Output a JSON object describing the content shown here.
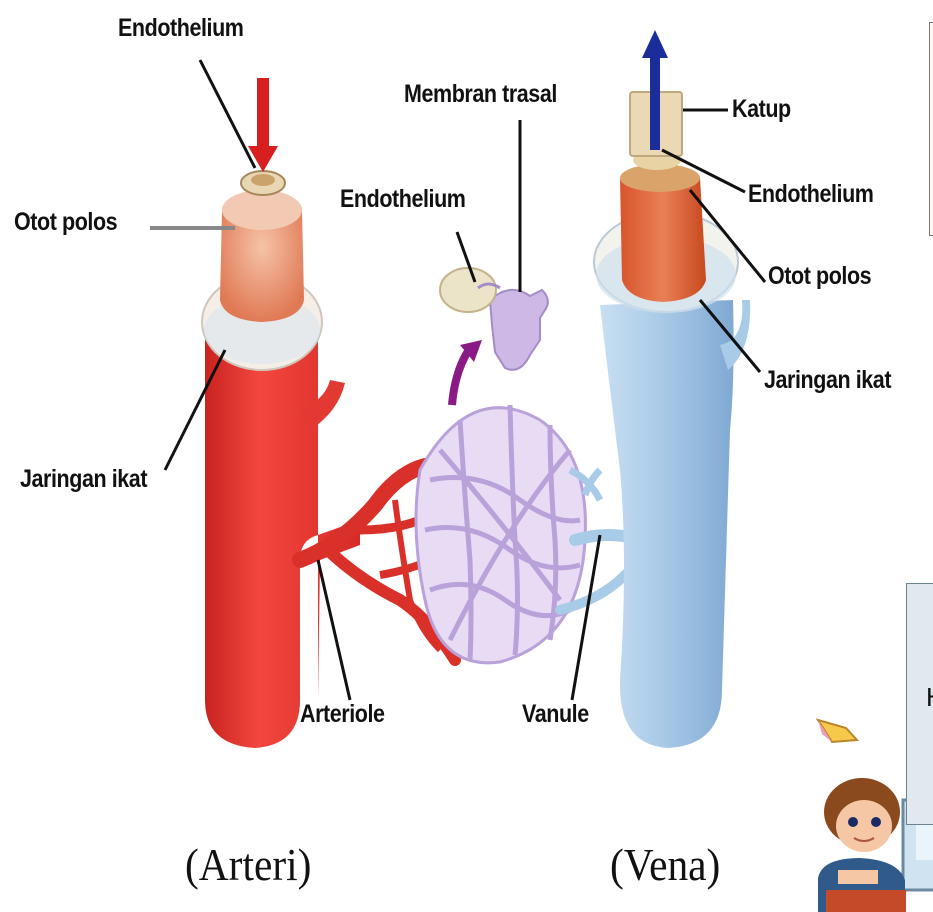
{
  "labels": {
    "arteri_endothelium": "Endothelium",
    "arteri_otot_polos": "Otot polos",
    "arteri_jaringan_ikat": "Jaringan ikat",
    "membran_trasal": "Membran trasal",
    "capillary_endothelium": "Endothelium",
    "katup": "Katup",
    "vena_endothelium": "Endothelium",
    "vena_otot_polos": "Otot polos",
    "vena_jaringan_ikat": "Jaringan ikat",
    "arteriole": "Arteriole",
    "vanule": "Vanule"
  },
  "captions": {
    "arteri": "(Arteri)",
    "vena": "(Vena)"
  },
  "side_panel": {
    "letter": "H"
  },
  "colors": {
    "artery": "#e8332c",
    "artery_dark": "#c41f1d",
    "vein": "#a8cbe8",
    "vein_dark": "#7aa7d0",
    "capillary": "#cdb8e6",
    "smooth_muscle": "#e06a3c",
    "arrow_in": "#d81e1e",
    "arrow_out": "#1b2d9a",
    "arrow_capillary": "#8a1a86"
  },
  "icons": {
    "mascot": "student-at-computer-icon",
    "pencil": "pencil-icon"
  }
}
